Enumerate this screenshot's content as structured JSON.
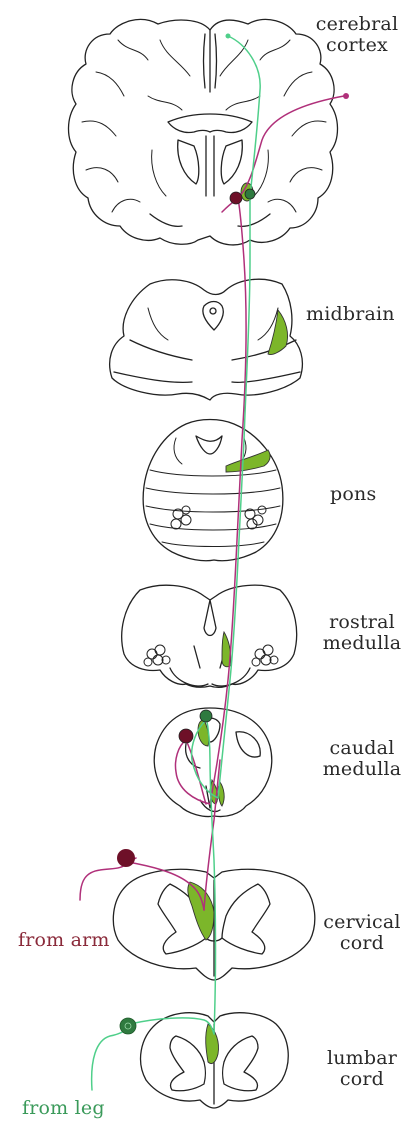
{
  "labels": {
    "cerebral_cortex": [
      "cerebral",
      "cortex"
    ],
    "midbrain": "midbrain",
    "pons": "pons",
    "rostral_medulla": [
      "rostral",
      "medulla"
    ],
    "caudal_medulla": [
      "caudal",
      "medulla"
    ],
    "cervical_cord": [
      "cervical",
      "cord"
    ],
    "lumbar_cord": [
      "lumbar",
      "cord"
    ],
    "from_arm": "from arm",
    "from_leg": "from leg"
  },
  "colors": {
    "arm_pathway": "#b0307a",
    "arm_cell": "#6e1028",
    "leg_pathway": "#4fcf8a",
    "leg_cell": "#2f7a3f",
    "nucleus_fill": "#7cb62a",
    "outline": "#222222"
  }
}
